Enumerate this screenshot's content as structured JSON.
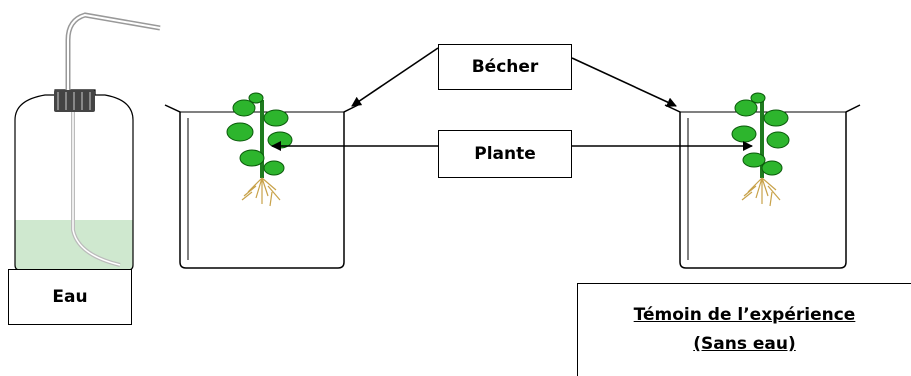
{
  "labels": {
    "becher": "Bécher",
    "plante": "Plante",
    "eau": "Eau",
    "temoin_line1": "Témoin de l’expérience",
    "temoin_line2": "(Sans eau)"
  },
  "colors": {
    "water": "#cfe8cf",
    "leaf": "#2db52d",
    "leaf_outline": "#0b5a0b",
    "stem": "#1f7a1f",
    "roots": "#c8a24a",
    "line": "#000000",
    "bottle_cap": "#444444"
  },
  "icons": {
    "bottle": "wash-bottle-icon",
    "beaker": "beaker-icon",
    "plant": "plant-icon"
  }
}
